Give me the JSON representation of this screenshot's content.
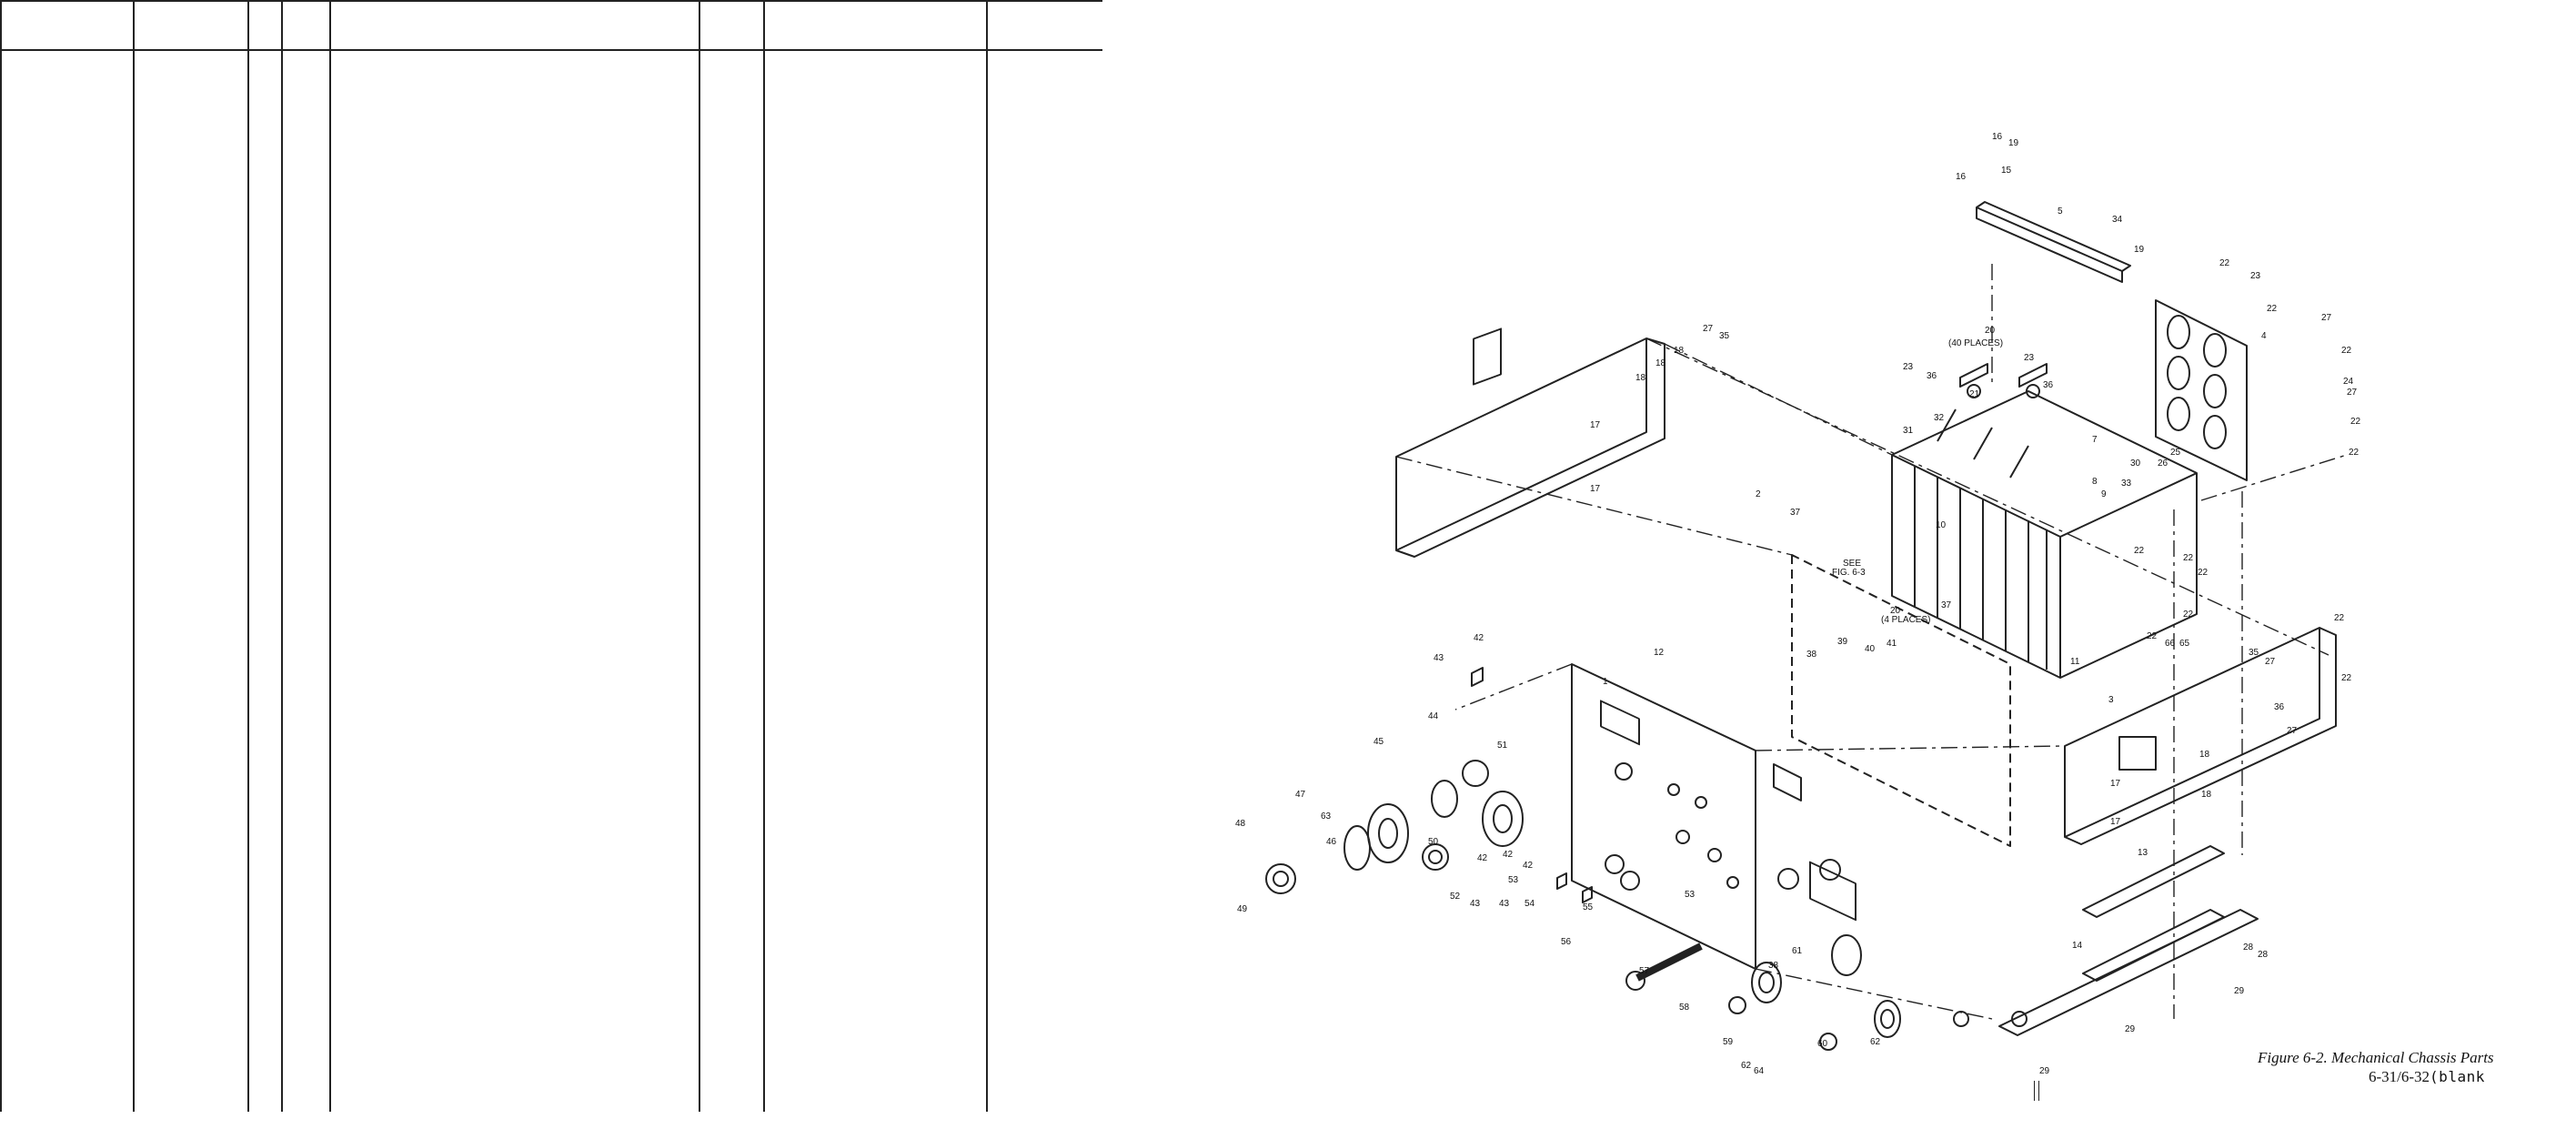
{
  "figure": {
    "caption": "Figure 6-2. Mechanical Chassis Parts",
    "page_number": "6-31/6-32",
    "page_note": "(blank"
  },
  "callouts": [
    {
      "label": "16"
    },
    {
      "label": "19"
    },
    {
      "label": "16"
    },
    {
      "label": "15"
    },
    {
      "label": "5"
    },
    {
      "label": "34"
    },
    {
      "label": "19"
    },
    {
      "label": "22"
    },
    {
      "label": "23"
    },
    {
      "label": "22"
    },
    {
      "label": "27"
    },
    {
      "label": "22"
    },
    {
      "label": "4"
    },
    {
      "label": "24"
    },
    {
      "label": "27"
    },
    {
      "label": "22"
    },
    {
      "label": "22"
    },
    {
      "label": "25"
    },
    {
      "label": "26"
    },
    {
      "label": "27"
    },
    {
      "label": "35"
    },
    {
      "label": "18"
    },
    {
      "label": "18"
    },
    {
      "label": "18"
    },
    {
      "label": "17"
    },
    {
      "label": "17"
    },
    {
      "label": "2"
    },
    {
      "label": "20"
    },
    {
      "label": "(40 PLACES)"
    },
    {
      "label": "23"
    },
    {
      "label": "36"
    },
    {
      "label": "23"
    },
    {
      "label": "36"
    },
    {
      "label": "21"
    },
    {
      "label": "32"
    },
    {
      "label": "31"
    },
    {
      "label": "7"
    },
    {
      "label": "30"
    },
    {
      "label": "10"
    },
    {
      "label": "8"
    },
    {
      "label": "9"
    },
    {
      "label": "33"
    },
    {
      "label": "22"
    },
    {
      "label": "22"
    },
    {
      "label": "22"
    },
    {
      "label": "22"
    },
    {
      "label": "22"
    },
    {
      "label": "37"
    },
    {
      "label": "SEE"
    },
    {
      "label": "FIG. 6-3"
    },
    {
      "label": "20"
    },
    {
      "label": "(4 PLACES)"
    },
    {
      "label": "37"
    },
    {
      "label": "11"
    },
    {
      "label": "66"
    },
    {
      "label": "65"
    },
    {
      "label": "22"
    },
    {
      "label": "22"
    },
    {
      "label": "35"
    },
    {
      "label": "27"
    },
    {
      "label": "36"
    },
    {
      "label": "27"
    },
    {
      "label": "3"
    },
    {
      "label": "18"
    },
    {
      "label": "17"
    },
    {
      "label": "18"
    },
    {
      "label": "17"
    },
    {
      "label": "13"
    },
    {
      "label": "14"
    },
    {
      "label": "28"
    },
    {
      "label": "28"
    },
    {
      "label": "29"
    },
    {
      "label": "29"
    },
    {
      "label": "29"
    },
    {
      "label": "42"
    },
    {
      "label": "43"
    },
    {
      "label": "12"
    },
    {
      "label": "1"
    },
    {
      "label": "44"
    },
    {
      "label": "45"
    },
    {
      "label": "51"
    },
    {
      "label": "39"
    },
    {
      "label": "40"
    },
    {
      "label": "41"
    },
    {
      "label": "38"
    },
    {
      "label": "47"
    },
    {
      "label": "63"
    },
    {
      "label": "48"
    },
    {
      "label": "46"
    },
    {
      "label": "50"
    },
    {
      "label": "49"
    },
    {
      "label": "42"
    },
    {
      "label": "42"
    },
    {
      "label": "42"
    },
    {
      "label": "53"
    },
    {
      "label": "54"
    },
    {
      "label": "52"
    },
    {
      "label": "43"
    },
    {
      "label": "43"
    },
    {
      "label": "55"
    },
    {
      "label": "53"
    },
    {
      "label": "56"
    },
    {
      "label": "57"
    },
    {
      "label": "58"
    },
    {
      "label": "59"
    },
    {
      "label": "64"
    },
    {
      "label": "38"
    },
    {
      "label": "61"
    },
    {
      "label": "60"
    },
    {
      "label": "62"
    },
    {
      "label": "62"
    }
  ]
}
